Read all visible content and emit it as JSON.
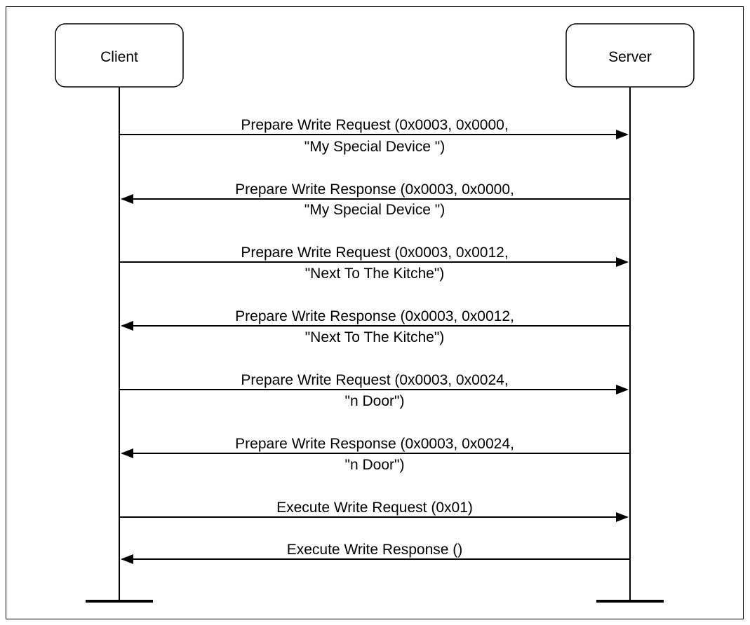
{
  "participants": {
    "client": {
      "label": "Client"
    },
    "server": {
      "label": "Server"
    }
  },
  "messages": [
    {
      "direction": "to-server",
      "line1": "Prepare Write Request (0x0003, 0x0000,",
      "line2": "\"My Special Device \")"
    },
    {
      "direction": "to-client",
      "line1": "Prepare Write Response (0x0003, 0x0000,",
      "line2": "\"My Special Device \")"
    },
    {
      "direction": "to-server",
      "line1": "Prepare Write Request (0x0003, 0x0012,",
      "line2": "\"Next To The Kitche\")"
    },
    {
      "direction": "to-client",
      "line1": "Prepare Write Response (0x0003, 0x0012,",
      "line2": "\"Next To The Kitche\")"
    },
    {
      "direction": "to-server",
      "line1": "Prepare Write Request (0x0003, 0x0024,",
      "line2": "\"n Door\")"
    },
    {
      "direction": "to-client",
      "line1": "Prepare Write Response (0x0003, 0x0024,",
      "line2": "\"n Door\")"
    },
    {
      "direction": "to-server",
      "line1": "Execute Write Request (0x01)",
      "line2": ""
    },
    {
      "direction": "to-client",
      "line1": "Execute Write Response ()",
      "line2": ""
    }
  ]
}
